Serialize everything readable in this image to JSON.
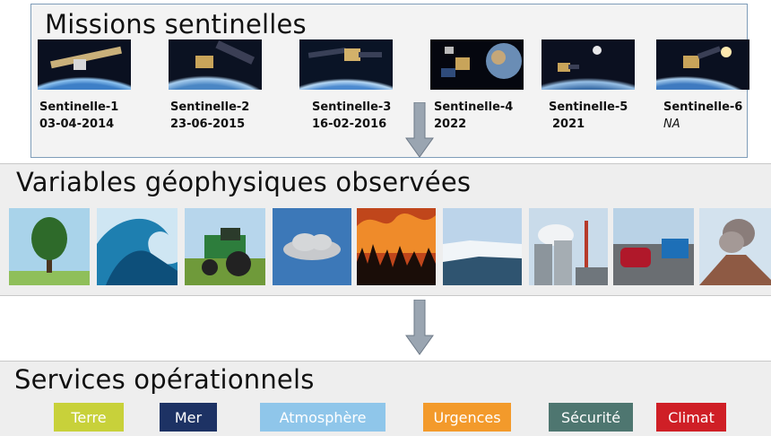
{
  "missions": {
    "title": "Missions sentinelles",
    "satellites": [
      {
        "name": "Sentinelle-1",
        "date": "03-04-2014"
      },
      {
        "name": "Sentinelle-2",
        "date": "23-06-2015"
      },
      {
        "name": "Sentinelle-3",
        "date": "16-02-2016"
      },
      {
        "name": "Sentinelle-4",
        "date": "2022"
      },
      {
        "name": "Sentinelle-5",
        "date": "2021"
      },
      {
        "name": "Sentinelle-6",
        "date": "NA"
      }
    ]
  },
  "variables": {
    "title": "Variables géophysiques observées",
    "images": [
      "tree",
      "wave",
      "tractor",
      "cloud",
      "forest-fire",
      "ice-shelf",
      "power-plant",
      "traffic",
      "volcano"
    ]
  },
  "services": {
    "title": "Services opérationnels",
    "items": [
      {
        "label": "Terre",
        "color": "#c8d13a"
      },
      {
        "label": "Mer",
        "color": "#1d3264"
      },
      {
        "label": "Atmosphère",
        "color": "#8fc6ea"
      },
      {
        "label": "Urgences",
        "color": "#f39a2b"
      },
      {
        "label": "Sécurité",
        "color": "#4e7670"
      },
      {
        "label": "Climat",
        "color": "#cf1f26"
      }
    ]
  }
}
